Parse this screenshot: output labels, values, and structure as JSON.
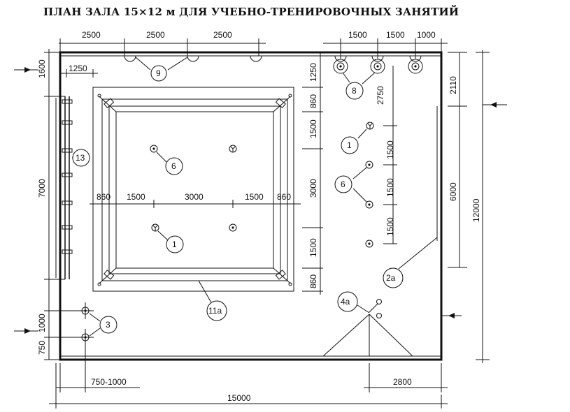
{
  "title": "ПЛАН ЗАЛА 15×12 м ДЛЯ УЧЕБНО-ТРЕНИРОВОЧНЫХ ЗАНЯТИЙ",
  "dimensions": {
    "top": [
      "2500",
      "2500",
      "2500",
      "1500",
      "1500",
      "1000"
    ],
    "offset_1250": "1250",
    "left_1600": "1600",
    "left_7000": "7000",
    "left_1000": "1000",
    "left_750": "750",
    "ring_span": [
      "860",
      "1500",
      "3000",
      "1500",
      "860"
    ],
    "ring_right_vertical": [
      "1250",
      "860",
      "1500",
      "3000",
      "1500",
      "860"
    ],
    "right_2750": "2750",
    "right_1500": [
      "1500",
      "1500",
      "1500"
    ],
    "right_2110": "2110",
    "right_6000": "6000",
    "right_12000": "12000",
    "bottom_750_1000": "750-1000",
    "bottom_2800": "2800",
    "bottom_15000": "15000"
  },
  "callouts": {
    "c1_ring": "1",
    "c6_ring": "6",
    "c9": "9",
    "c13": "13",
    "c3": "3",
    "c11a": "11а",
    "c8": "8",
    "c1_right": "1",
    "c6_right": "6",
    "c2a": "2а",
    "c4a": "4а"
  }
}
